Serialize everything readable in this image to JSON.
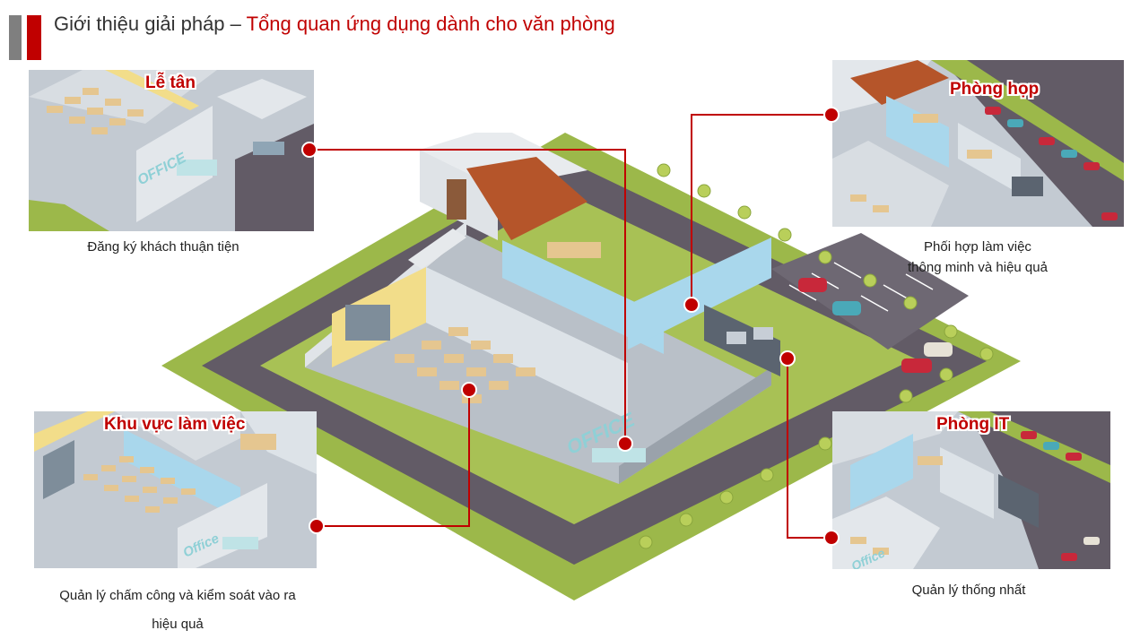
{
  "header": {
    "title_prefix": "Giới thiệu giải pháp – ",
    "title_accent": "Tổng quan ứng dụng dành cho văn phòng"
  },
  "colors": {
    "accent": "#c00000",
    "road": "#625b66",
    "grass": "#9cb84a",
    "floor": "#b9c0c8"
  },
  "panels": {
    "reception": {
      "label": "Lễ tân",
      "caption": "Đăng ký khách thuận tiện",
      "sign": "OFFICE"
    },
    "meeting": {
      "label": "Phòng họp",
      "caption_line1": "Phối hợp làm việc",
      "caption_line2": "thông minh và hiệu quả"
    },
    "workspace": {
      "label": "Khu vực làm việc",
      "caption_line1": "Quản lý chấm công và kiểm soát vào ra",
      "caption_line2": "hiệu quả",
      "sign": "Office"
    },
    "it": {
      "label": "Phòng IT",
      "caption": "Quản lý thống nhất",
      "sign": "Office"
    }
  },
  "building": {
    "sign": "OFFICE"
  }
}
